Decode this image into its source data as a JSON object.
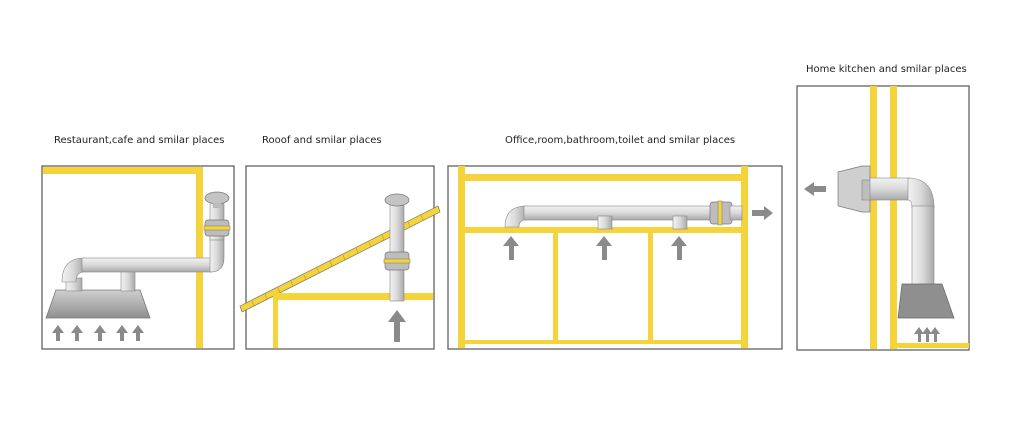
{
  "panels": [
    {
      "label": "Restaurant,cafe and smilar places"
    },
    {
      "label": "Rooof and smilar places"
    },
    {
      "label": "Office,room,bathroom,toilet and smilar places"
    },
    {
      "label": "Home kitchen and smilar places"
    }
  ],
  "colors": {
    "wall": "#f5d33a",
    "duct": "#d6d6d6",
    "frame": "#555555",
    "arrow": "#8a8a8a"
  }
}
